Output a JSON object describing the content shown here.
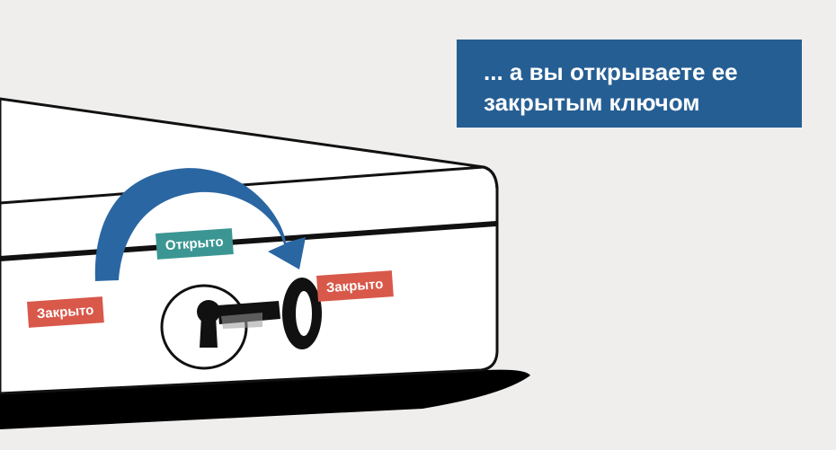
{
  "caption": {
    "line1": "... а вы открываете ее",
    "line2": "закрытым ключом"
  },
  "labels": {
    "left": "Закрыто",
    "middle": "Открыто",
    "right": "Закрыто"
  },
  "colors": {
    "background": "#efeeec",
    "caption_bg": "#255e93",
    "arrow": "#2a66a2",
    "closed_tag": "#d8584a",
    "open_tag": "#3b9693"
  },
  "icons": [
    "box",
    "turn-arrow",
    "keyhole",
    "key"
  ]
}
